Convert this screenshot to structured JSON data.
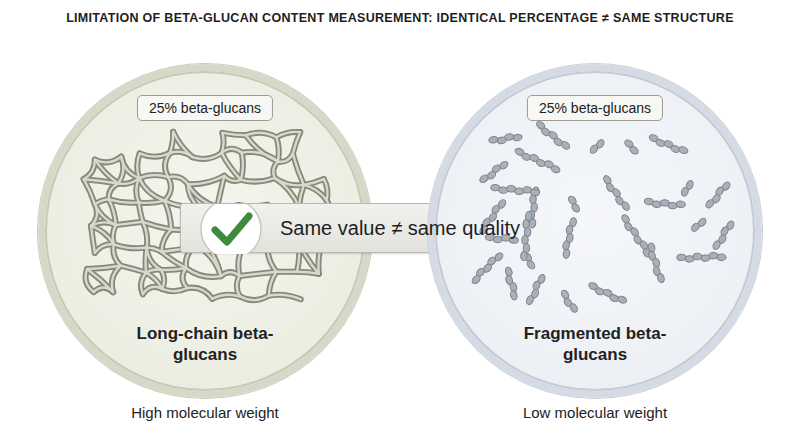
{
  "diagram": {
    "title": "LIMITATION OF BETA-GLUCAN CONTENT MEASUREMENT: IDENTICAL PERCENTAGE ≠ SAME STRUCTURE",
    "nodes": [
      {
        "text": [
          "Long-chain beta-glucans"
        ]
      },
      {
        "text": [
          "25% beta-glucans"
        ],
        "in": 0
      },
      {
        "text": [
          "Same value ≠ same quality"
        ]
      },
      {
        "text": [
          "Fragmented beta-glucans"
        ]
      },
      {
        "text": [
          "25% beta-glucans"
        ],
        "in": 3
      }
    ],
    "labels": [
      "High molecular weight",
      "Low molecular weight"
    ]
  }
}
